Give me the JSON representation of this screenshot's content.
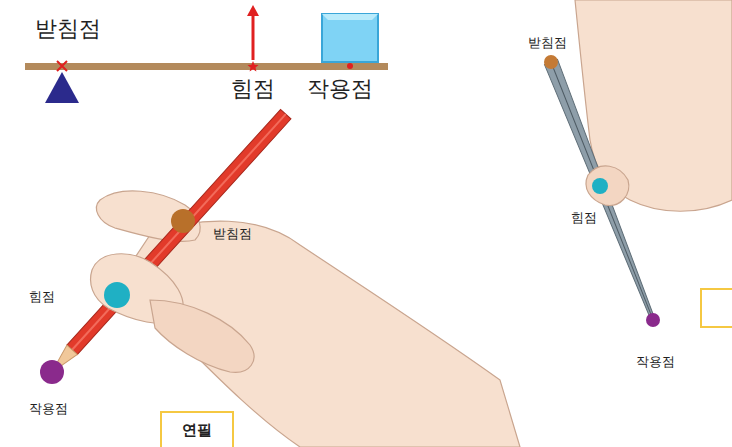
{
  "diagram": {
    "nodes": [
      {
        "text": [
          "연필"
        ]
      }
    ],
    "labels": [
      "받침점",
      "힘점",
      "작용점",
      "받침점",
      "힘점",
      "작용점",
      "받침점",
      "힘점",
      "작용점"
    ]
  }
}
